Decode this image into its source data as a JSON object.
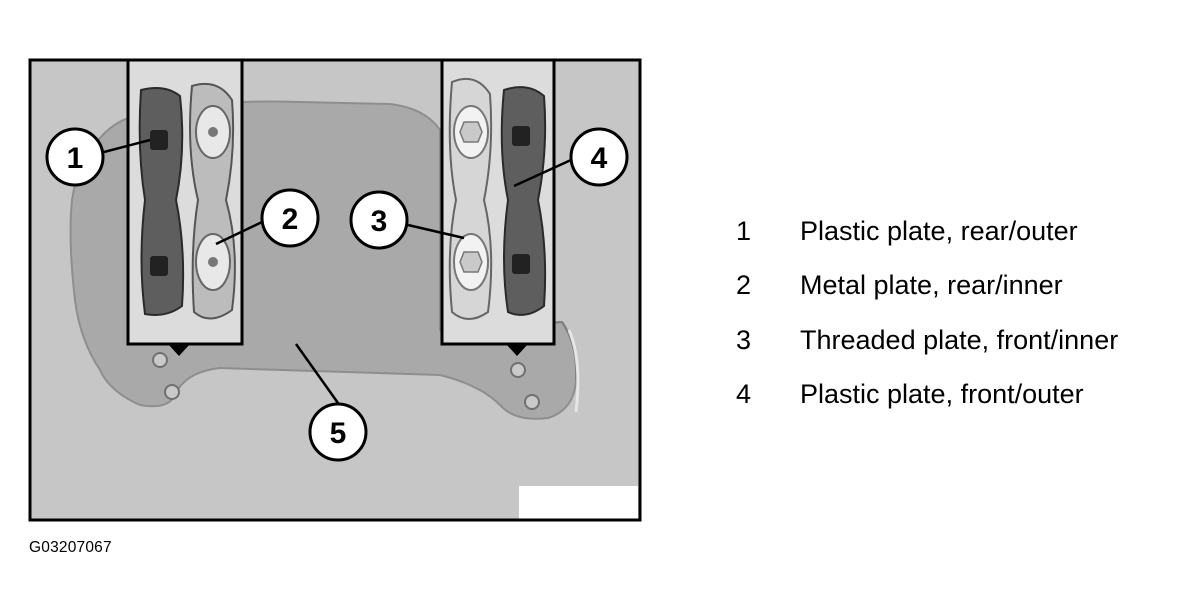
{
  "callouts": [
    "1",
    "2",
    "3",
    "4",
    "5"
  ],
  "legend": [
    {
      "num": "1",
      "text": "Plastic plate, rear/outer"
    },
    {
      "num": "2",
      "text": "Metal plate, rear/inner"
    },
    {
      "num": "3",
      "text": "Threaded plate, front/inner"
    },
    {
      "num": "4",
      "text": "Plastic plate, front/outer"
    }
  ],
  "figure_id": "G03207067",
  "colors": {
    "panel_bg": "#c6c6c6",
    "part_gray": "#a9a9a9",
    "frame": "#000000"
  }
}
